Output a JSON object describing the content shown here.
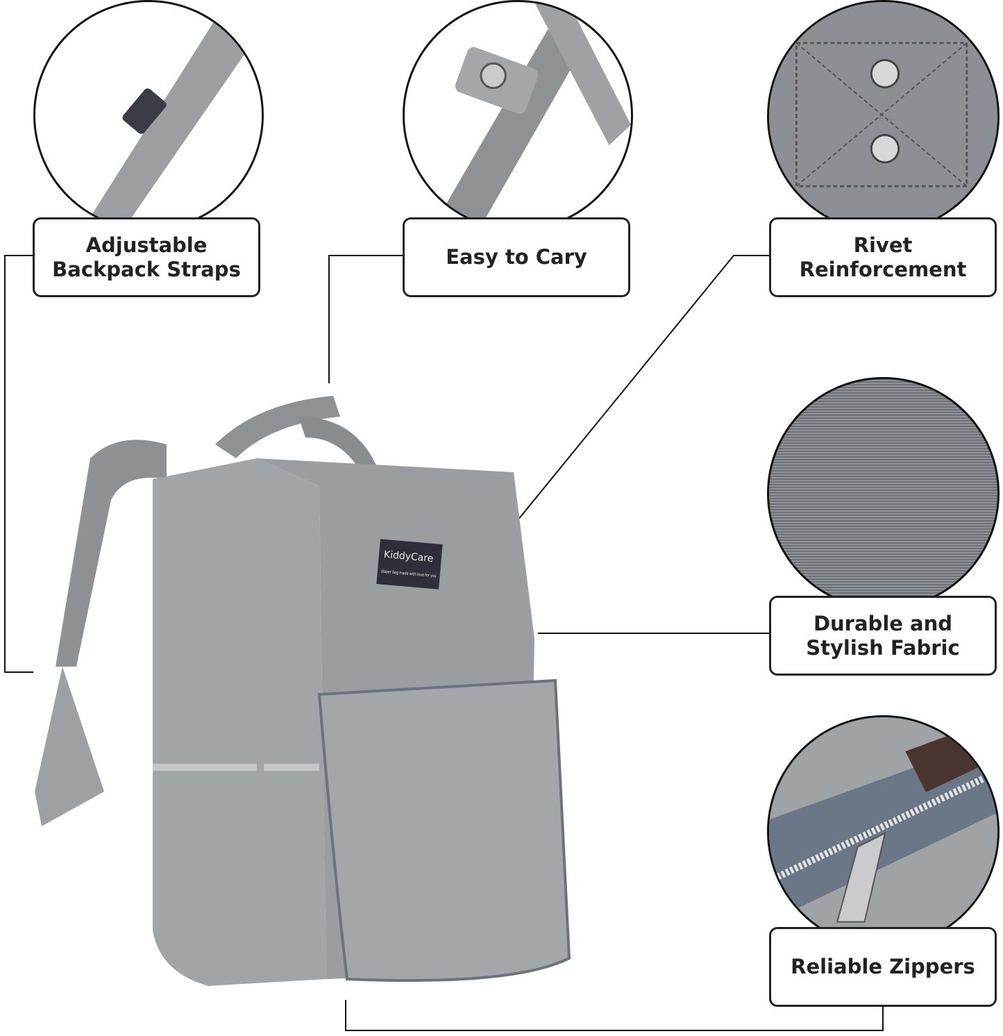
{
  "features": [
    {
      "id": "straps",
      "label_line1": "Adjustable",
      "label_line2": "Backpack Straps"
    },
    {
      "id": "carry",
      "label_line1": "Easy to Cary",
      "label_line2": ""
    },
    {
      "id": "rivet",
      "label_line1": "Rivet",
      "label_line2": "Reinforcement"
    },
    {
      "id": "fabric",
      "label_line1": "Durable and",
      "label_line2": "Stylish Fabric"
    },
    {
      "id": "zippers",
      "label_line1": "Reliable Zippers",
      "label_line2": ""
    }
  ],
  "product": {
    "brand_logo": "KiddyCare",
    "patch_text": "diaper bag made with love for you"
  },
  "colors": {
    "fabric": "#9a9c9f",
    "border": "#111111",
    "patch": "#2e2f3a"
  }
}
